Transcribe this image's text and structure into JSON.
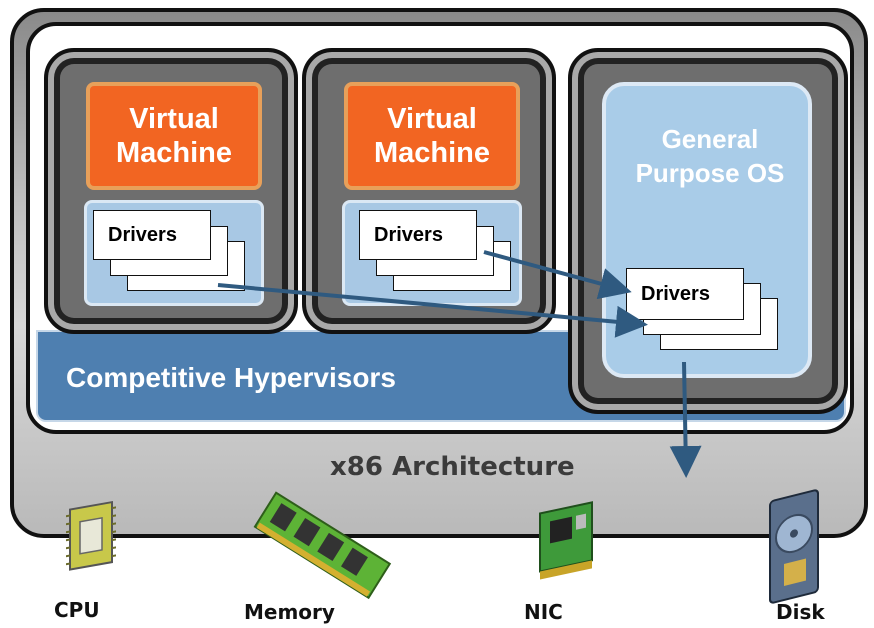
{
  "vm_left": {
    "title": "Virtual Machine",
    "drivers": "Drivers"
  },
  "vm_middle": {
    "title": "Virtual Machine",
    "drivers": "Drivers"
  },
  "general_os": {
    "title": "General Purpose OS",
    "drivers": "Drivers"
  },
  "hypervisor_label": "Competitive Hypervisors",
  "architecture_label": "x86 Architecture",
  "hardware": [
    {
      "label": "CPU",
      "icon": "cpu-icon"
    },
    {
      "label": "Memory",
      "icon": "memory-icon"
    },
    {
      "label": "NIC",
      "icon": "nic-icon"
    },
    {
      "label": "Disk",
      "icon": "disk-icon"
    }
  ],
  "colors": {
    "vm": "#f26522",
    "drivers_area": "#a8c8e4",
    "hypervisor": "#4e7fb0",
    "arrow": "#2f5a80"
  }
}
